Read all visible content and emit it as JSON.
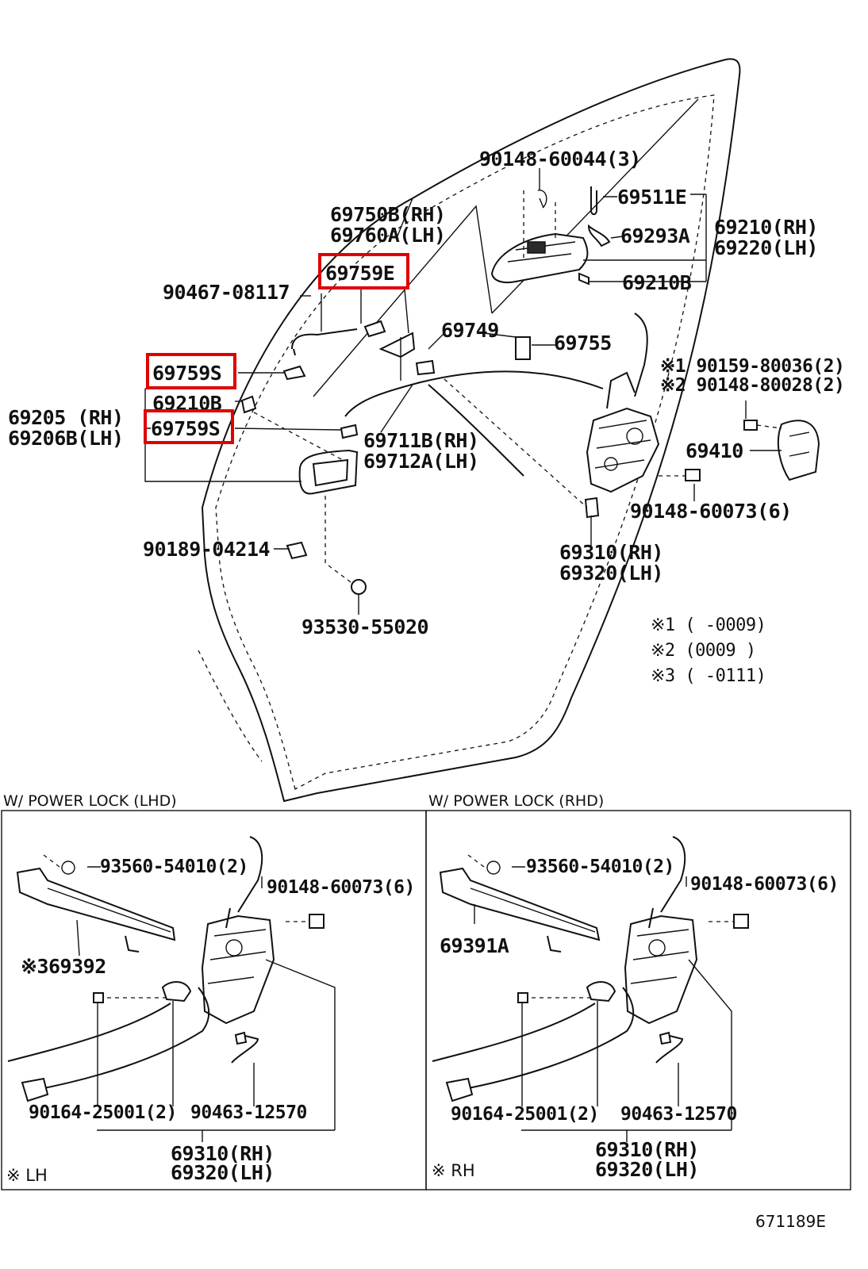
{
  "diagram": {
    "labels": {
      "p90148_60044": "90148-60044(3)",
      "p69511e": "69511E",
      "p69210_rh": "69210(RH)",
      "p69220_lh": "69220(LH)",
      "p69293a": "69293A",
      "p69750b": "69750B(RH)",
      "p69760a": "69760A(LH)",
      "p69759e": "69759E",
      "p90467": "90467-08117",
      "p69210b_top": "69210B",
      "p69749": "69749",
      "p69755": "69755",
      "p90159": "※1 90159-80036(2)",
      "p90148_80028": "※2 90148-80028(2)",
      "p69759s_a": "69759S",
      "p69210b_mid": "69210B",
      "p69205": "69205  (RH)",
      "p69206b": "69206B(LH)",
      "p69759s_b": "69759S",
      "p69711b": "69711B(RH)",
      "p69712a": "69712A(LH)",
      "p69410": "69410",
      "p90148_60073": "90148-60073(6)",
      "p90189": "90189-04214",
      "p69310_rh": "69310(RH)",
      "p69320_lh": "69320(LH)",
      "p93530": "93530-55020"
    },
    "notes": {
      "n1": "※1 (      -0009)",
      "n2": "※2 (0009      )",
      "n3": "※3 (      -0111)"
    },
    "highlight_color": "#e00000"
  },
  "lhd": {
    "title": "W/ POWER LOCK (LHD)",
    "p93560": "93560-54010(2)",
    "p90148": "90148-60073(6)",
    "p69392": "※369392",
    "p90164": "90164-25001(2)",
    "p90463": "90463-12570",
    "p69310": "69310(RH)",
    "p69320": "69320(LH)",
    "corner": "※ LH"
  },
  "rhd": {
    "title": "W/ POWER LOCK (RHD)",
    "p93560": "93560-54010(2)",
    "p90148": "90148-60073(6)",
    "p69391a": "69391A",
    "p90164": "90164-25001(2)",
    "p90463": "90463-12570",
    "p69310": "69310(RH)",
    "p69320": "69320(LH)",
    "corner": "※ RH"
  },
  "footer": {
    "code": "671189E"
  }
}
